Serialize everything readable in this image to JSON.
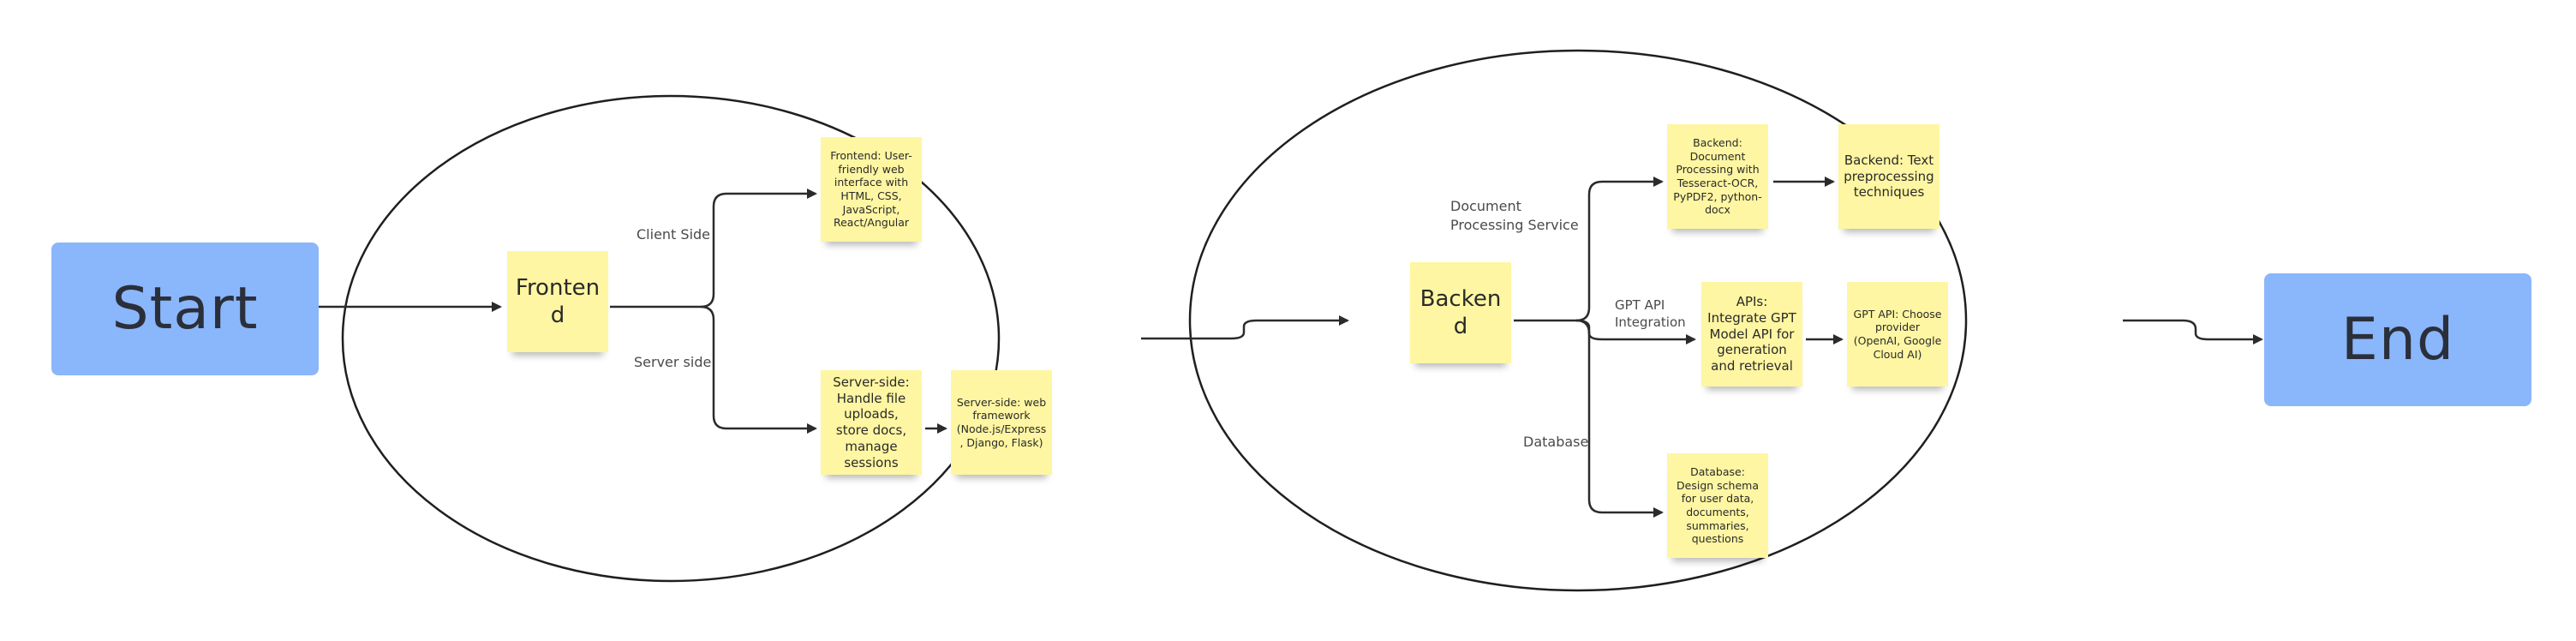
{
  "diagram": {
    "nodes": {
      "start": "Start",
      "end": "End",
      "frontend": "Frontend",
      "backend": "Backend",
      "frontend_ui": "Frontend: User-friendly web interface with HTML, CSS, JavaScript, React/Angular",
      "server_side_uploads": "Server-side: Handle file uploads, store docs, manage sessions",
      "server_side_framework": "Server-side: web framework (Node.js/Express, Django, Flask)",
      "backend_doc_processing": "Backend: Document Processing with Tesseract-OCR, PyPDF2, python-docx",
      "backend_text_preprocessing": "Backend: Text preprocessing techniques",
      "apis_integrate_gpt": "APIs: Integrate GPT Model API for generation and retrieval",
      "gpt_api_provider": "GPT API: Choose provider (OpenAI, Google Cloud AI)",
      "database_schema": "Database: Design schema for user data, documents, summaries, questions"
    },
    "edge_labels": {
      "client_side": "Client Side",
      "server_side": "Server side",
      "document_processing_service": "Document Processing Service",
      "gpt_api_integration": "GPT API Integration",
      "database": "Database"
    },
    "colors": {
      "terminal_fill": "#8ab6fb",
      "sticky_fill": "#fef6a2",
      "line": "#2b2b2b"
    }
  }
}
